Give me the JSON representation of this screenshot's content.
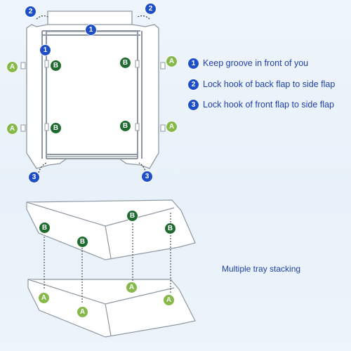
{
  "legend": [
    {
      "num": "1",
      "text": "Keep groove in front of you"
    },
    {
      "num": "2",
      "text": "Lock hook of back flap to side flap"
    },
    {
      "num": "3",
      "text": "Lock hook of front flap to side flap"
    }
  ],
  "caption": "Multiple tray stacking",
  "labels": {
    "a": "A",
    "b": "B",
    "one": "1",
    "two": "2",
    "three": "3"
  },
  "colors": {
    "blue": "#1f4fc8",
    "green": "#1f6b2f",
    "lime": "#86b84a",
    "text": "#1f3fa8",
    "line": "#8d98a3"
  }
}
